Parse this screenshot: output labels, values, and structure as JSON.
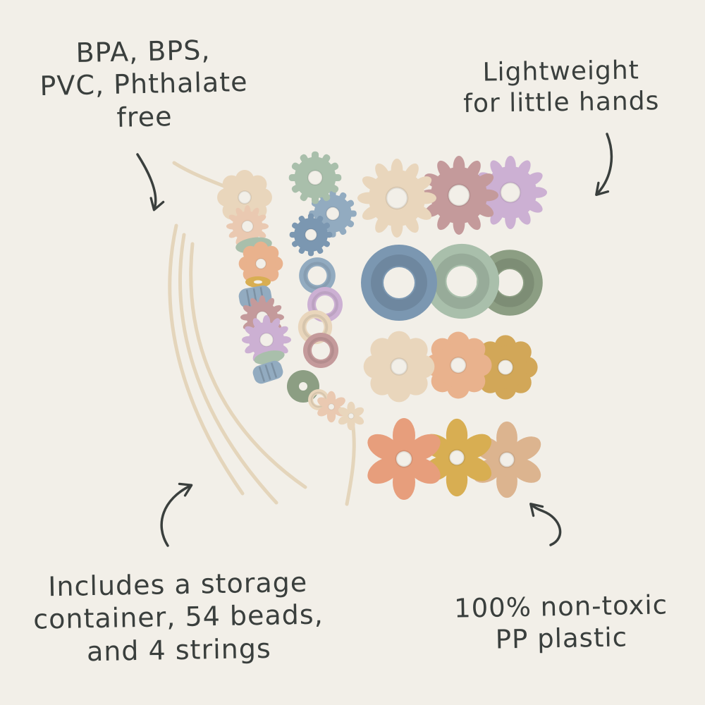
{
  "palette": {
    "bg": "#f2efe8",
    "ink": "#3a3f3d",
    "string": "#e4d5bb",
    "cream": "#e9d6bc",
    "blush": "#eac9b1",
    "peach": "#e9b28d",
    "coral": "#e79e7c",
    "mauve": "#c49a9b",
    "lavender": "#ccb0d3",
    "blue": "#7b97b1",
    "slate": "#92abc0",
    "sage": "#a9bfab",
    "olive": "#8c9e83",
    "gold": "#d8ae52",
    "tan": "#dcb48f",
    "mustard": "#d2a758"
  },
  "annotations": {
    "top_left": {
      "lines": [
        "BPA, BPS,",
        "PVC, Phthalate",
        "free"
      ]
    },
    "top_right": {
      "lines": [
        "Lightweight",
        "for little hands"
      ]
    },
    "bottom_left": {
      "lines": [
        "Includes a storage",
        "container, 54 beads,",
        "and 4 strings"
      ]
    },
    "bottom_right": {
      "lines": [
        "100% non-toxic",
        "PP plastic"
      ]
    }
  }
}
